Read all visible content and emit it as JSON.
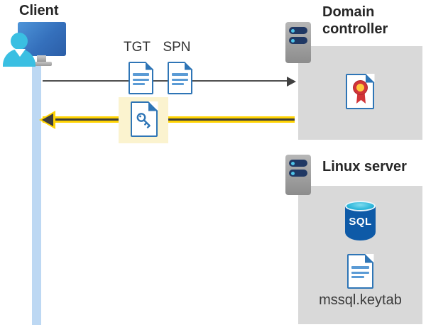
{
  "client": {
    "label": "Client"
  },
  "tickets": {
    "tgt": "TGT",
    "spn": "SPN"
  },
  "domain_controller": {
    "label": "Domain controller"
  },
  "linux_server": {
    "label": "Linux server",
    "sql_badge": "SQL",
    "keytab": "mssql.keytab"
  },
  "colors": {
    "highlight_arrow": "#FFD302",
    "highlight_box": "#FBF3CF",
    "panel_gray": "#D9D9D9",
    "doc_border_blue": "#2E75B6",
    "doc_line_blue": "#5B9BD5",
    "arrow_gray": "#4F4F4F",
    "person_cyan": "#3ABFE2",
    "timeline_blue": "#BDD8F3",
    "server_slot_navy": "#203864",
    "sql_blue": "#0E5AA7",
    "certificate_red": "#D13438",
    "certificate_gold": "#FFC83D"
  }
}
